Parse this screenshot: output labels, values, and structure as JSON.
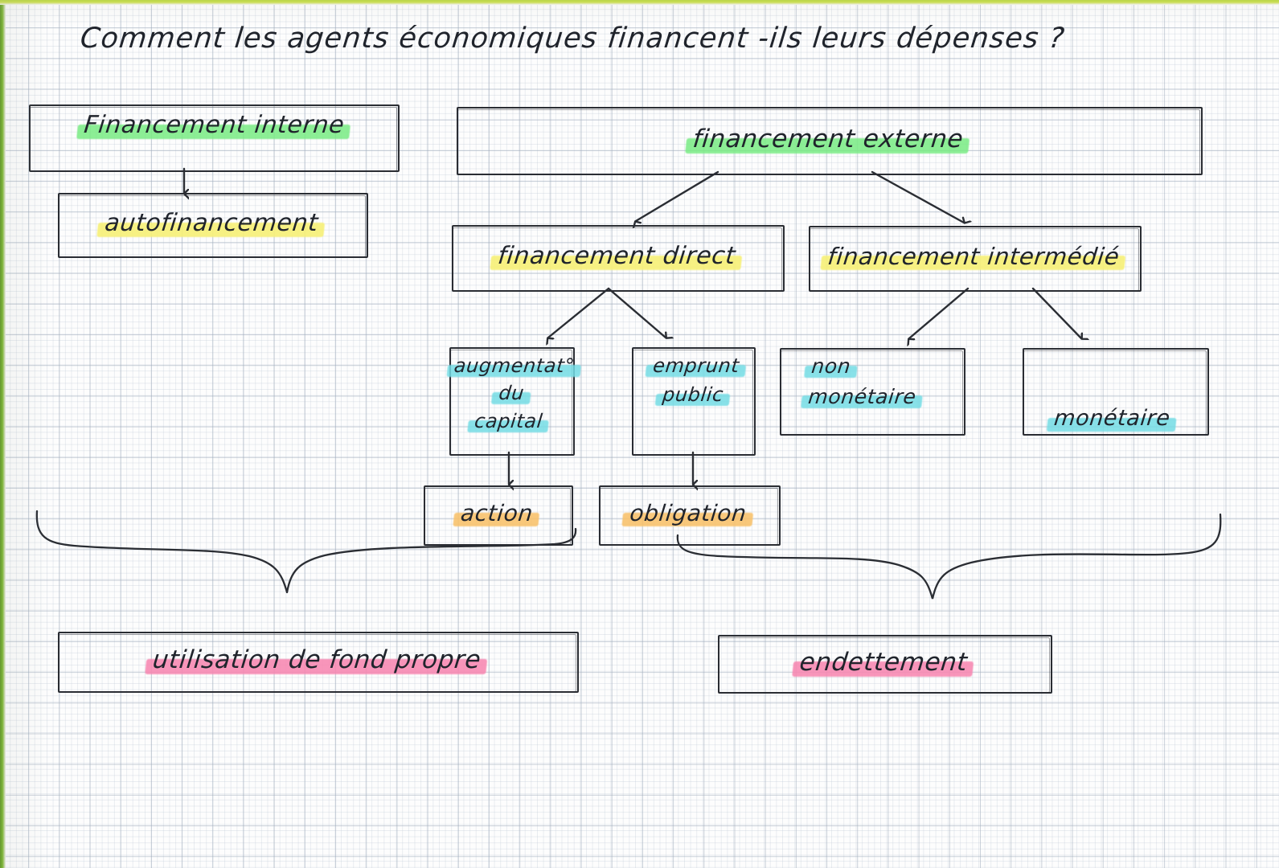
{
  "page": {
    "title": "Comment les agents économiques financent -ils leurs dépenses ?",
    "accent_green_edge": "#7bb62e",
    "accent_top_edge": "#cfe24f",
    "ink_color": "#2a2d33"
  },
  "highlighters": {
    "green": "#78eb82",
    "yellow": "#f6f078",
    "cyan": "#73dce4",
    "orange": "#f8c069",
    "pink": "#f786b0"
  },
  "nodes": {
    "financement_interne": {
      "label": "Financement interne",
      "highlight": "green"
    },
    "autofinancement": {
      "label": "autofinancement",
      "highlight": "yellow"
    },
    "financement_externe": {
      "label": "financement externe",
      "highlight": "green"
    },
    "financement_direct": {
      "label": "financement direct",
      "highlight": "yellow"
    },
    "financement_intermedie": {
      "label": "financement intermédié",
      "highlight": "yellow"
    },
    "augmentation_capital": {
      "line1": "augmentat°",
      "line2": "du",
      "line3": "capital",
      "highlight": "cyan"
    },
    "emprunt_public": {
      "line1": "emprunt",
      "line2": "public",
      "highlight": "cyan"
    },
    "non_monetaire": {
      "line1": "non",
      "line2": "monétaire",
      "highlight": "cyan"
    },
    "monetaire": {
      "label": "monétaire",
      "highlight": "cyan"
    },
    "action": {
      "label": "action",
      "highlight": "orange"
    },
    "obligation": {
      "label": "obligation",
      "highlight": "orange"
    },
    "utilisation_fond_propre": {
      "label": "utilisation de fond propre",
      "highlight": "pink"
    },
    "endettement": {
      "label": "endettement",
      "highlight": "pink"
    }
  },
  "connectors": [
    {
      "name": "arrow-interne-to-autofinancement",
      "type": "arrow-vertical"
    },
    {
      "name": "arrow-externe-to-direct",
      "type": "arrow-diagonal"
    },
    {
      "name": "arrow-externe-to-intermedie",
      "type": "arrow-diagonal"
    },
    {
      "name": "arrow-direct-to-augmentation",
      "type": "arrow-diagonal"
    },
    {
      "name": "arrow-direct-to-emprunt",
      "type": "arrow-diagonal"
    },
    {
      "name": "arrow-intermedie-to-non-monetaire",
      "type": "arrow-diagonal"
    },
    {
      "name": "arrow-intermedie-to-monetaire",
      "type": "arrow-diagonal"
    },
    {
      "name": "arrow-augmentation-to-action",
      "type": "arrow-vertical"
    },
    {
      "name": "arrow-emprunt-to-obligation",
      "type": "arrow-vertical"
    },
    {
      "name": "brace-left-to-utilisation",
      "type": "brace"
    },
    {
      "name": "brace-right-to-endettement",
      "type": "brace"
    }
  ]
}
